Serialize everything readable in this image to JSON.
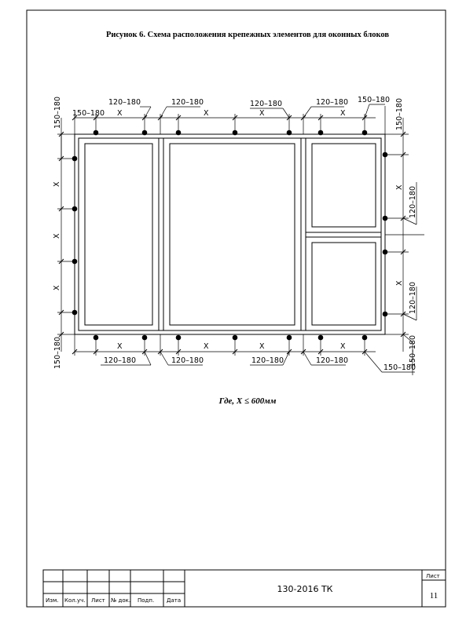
{
  "figure": {
    "title": "Рисунок 6. Схема расположения крепежных элементов для оконных блоков",
    "note": "Где,  X ≤ 600мм",
    "dims": {
      "top_left_150_180": "150–180",
      "top_range_a": "120–180",
      "top_range_b": "120–180",
      "top_range_c": "120–180",
      "top_range_d": "120–180",
      "top_right_150_180": "150–180",
      "left_vert_150_180": "150–180",
      "right_vert_150_180": "150–180",
      "right_range_a": "120–180",
      "right_range_b": "120–180",
      "bottom_range_a": "120–180",
      "bottom_range_b": "120–180",
      "bottom_range_c": "120–180",
      "bottom_range_d": "120–180",
      "left_bottom_150_180": "150–180",
      "right_bottom_vert_150_180": "150–180",
      "bottom_right_150_180": "150–180",
      "x_symbol": "X"
    }
  },
  "title_block": {
    "code": "130-2016 ТК",
    "sheet_label": "Лист",
    "sheet_number": "11",
    "columns": [
      "Изм.",
      "Кол.уч.",
      "Лист",
      "№ док.",
      "Подп.",
      "Дата"
    ]
  }
}
